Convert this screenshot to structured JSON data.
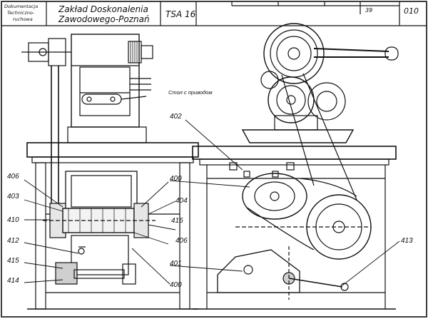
{
  "title_block": {
    "doc_type_line1": "Dokumentacja",
    "doc_type_line2": "Techniczno-",
    "doc_type_line3": "ruchowa",
    "company_line1": "Zakład Doskonalenia",
    "company_line2": "Zawodowego-Poznań",
    "model": "TSA 16",
    "sheet_no": "39",
    "doc_no": "010"
  },
  "annotation": "Стол с приводом",
  "callouts": [
    "402",
    "406",
    "403",
    "410",
    "412",
    "415",
    "414",
    "400",
    "404",
    "416",
    "406",
    "401",
    "400",
    "413"
  ],
  "colors": {
    "ink": "#111111",
    "paper": "#ffffff",
    "shade": "#444444"
  }
}
